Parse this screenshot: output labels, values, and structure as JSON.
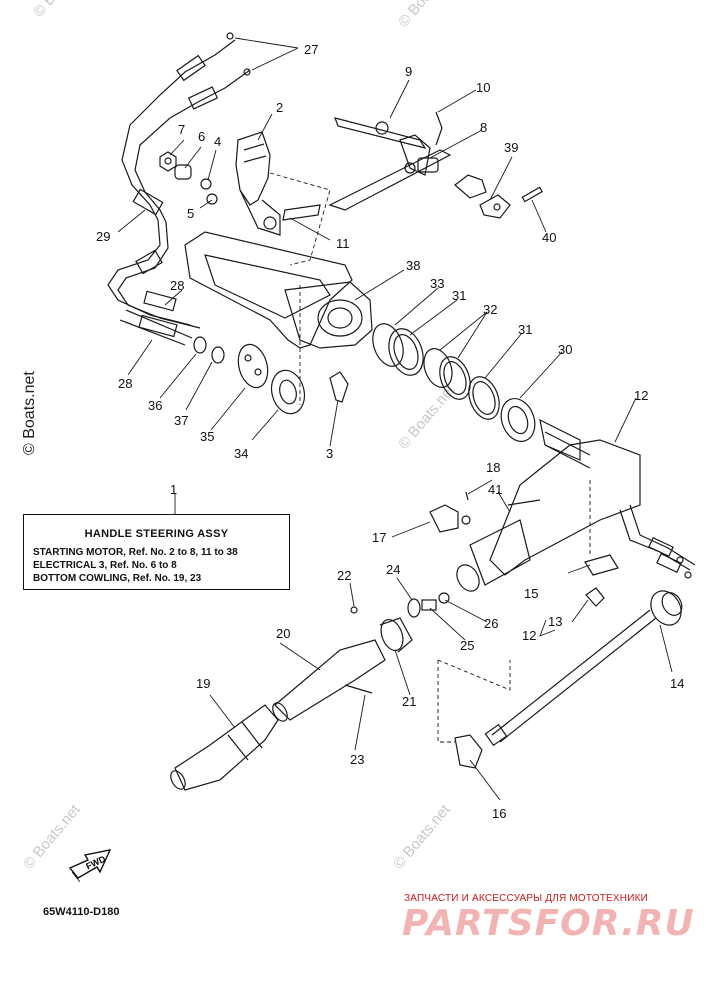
{
  "callouts": {
    "n1": "1",
    "n2": "2",
    "n3": "3",
    "n4": "4",
    "n5": "5",
    "n6": "6",
    "n7": "7",
    "n8": "8",
    "n9": "9",
    "n10": "10",
    "n11": "11",
    "n12a": "12",
    "n12b": "12",
    "n13": "13",
    "n14": "14",
    "n15": "15",
    "n16": "16",
    "n17": "17",
    "n18": "18",
    "n19": "19",
    "n20": "20",
    "n21": "21",
    "n22": "22",
    "n23": "23",
    "n24": "24",
    "n25": "25",
    "n26": "26",
    "n27": "27",
    "n28a": "28",
    "n28b": "28",
    "n29": "29",
    "n30": "30",
    "n31a": "31",
    "n31b": "31",
    "n32": "32",
    "n33": "33",
    "n34": "34",
    "n35": "35",
    "n36": "36",
    "n37": "37",
    "n38": "38",
    "n39": "39",
    "n40": "40",
    "n41": "41"
  },
  "info_box": {
    "title": "HANDLE STEERING ASSY",
    "refs": [
      "STARTING MOTOR,  Ref. No. 2 to 8, 11 to 38",
      "ELECTRICAL 3,  Ref. No. 6 to 8",
      "BOTTOM COWLING,  Ref. No. 19, 23"
    ]
  },
  "fwd_label": "FWD",
  "diagram_code": "65W4110-D180",
  "watermark": "© Boats.net",
  "brand": {
    "tagline": "ЗАПЧАСТИ И АКСЕССУАРЫ ДЛЯ МОТОТЕХНИКИ",
    "logo": "PARTSFOR.RU"
  }
}
